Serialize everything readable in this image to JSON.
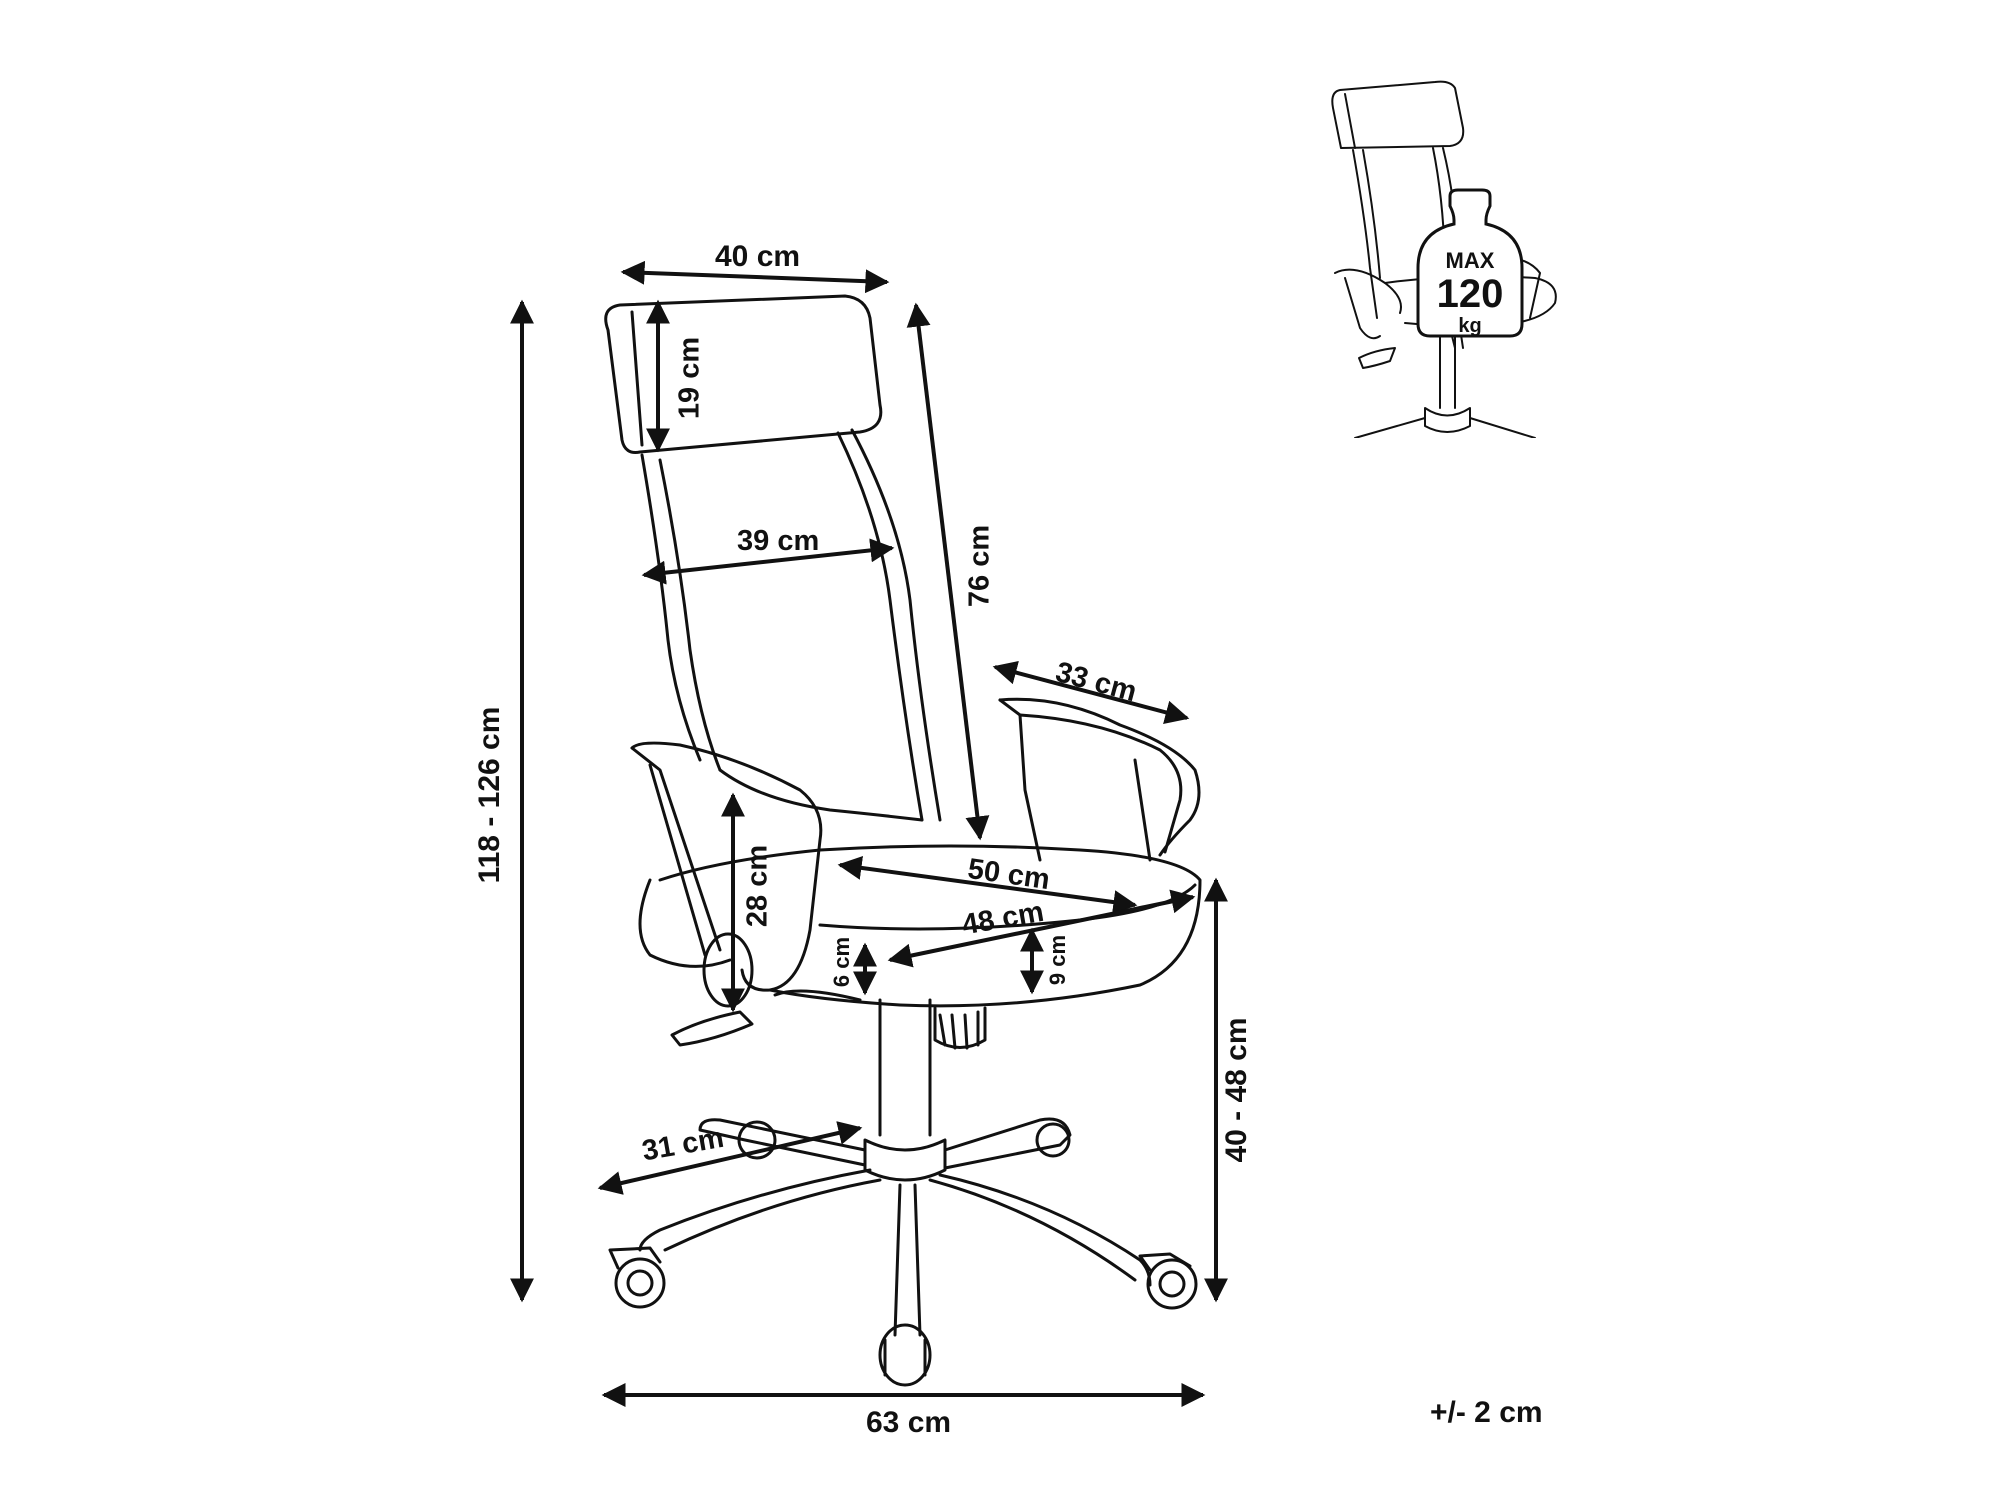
{
  "dimensions": {
    "headrest_width": "40 cm",
    "headrest_height": "19 cm",
    "backrest_width": "39 cm",
    "backrest_height": "76 cm",
    "armrest_length": "33 cm",
    "total_height": "118 - 126 cm",
    "seat_to_armrest": "28 cm",
    "seat_width": "50 cm",
    "seat_depth": "48 cm",
    "side_gap": "6 cm",
    "seat_thickness": "9 cm",
    "seat_height": "40 - 48 cm",
    "leg_length": "31 cm",
    "base_width": "63 cm",
    "tolerance": "+/- 2 cm"
  },
  "load_badge": {
    "max_label": "MAX",
    "value": "120",
    "unit": "kg"
  },
  "colors": {
    "line": "#111111",
    "background": "#ffffff"
  }
}
